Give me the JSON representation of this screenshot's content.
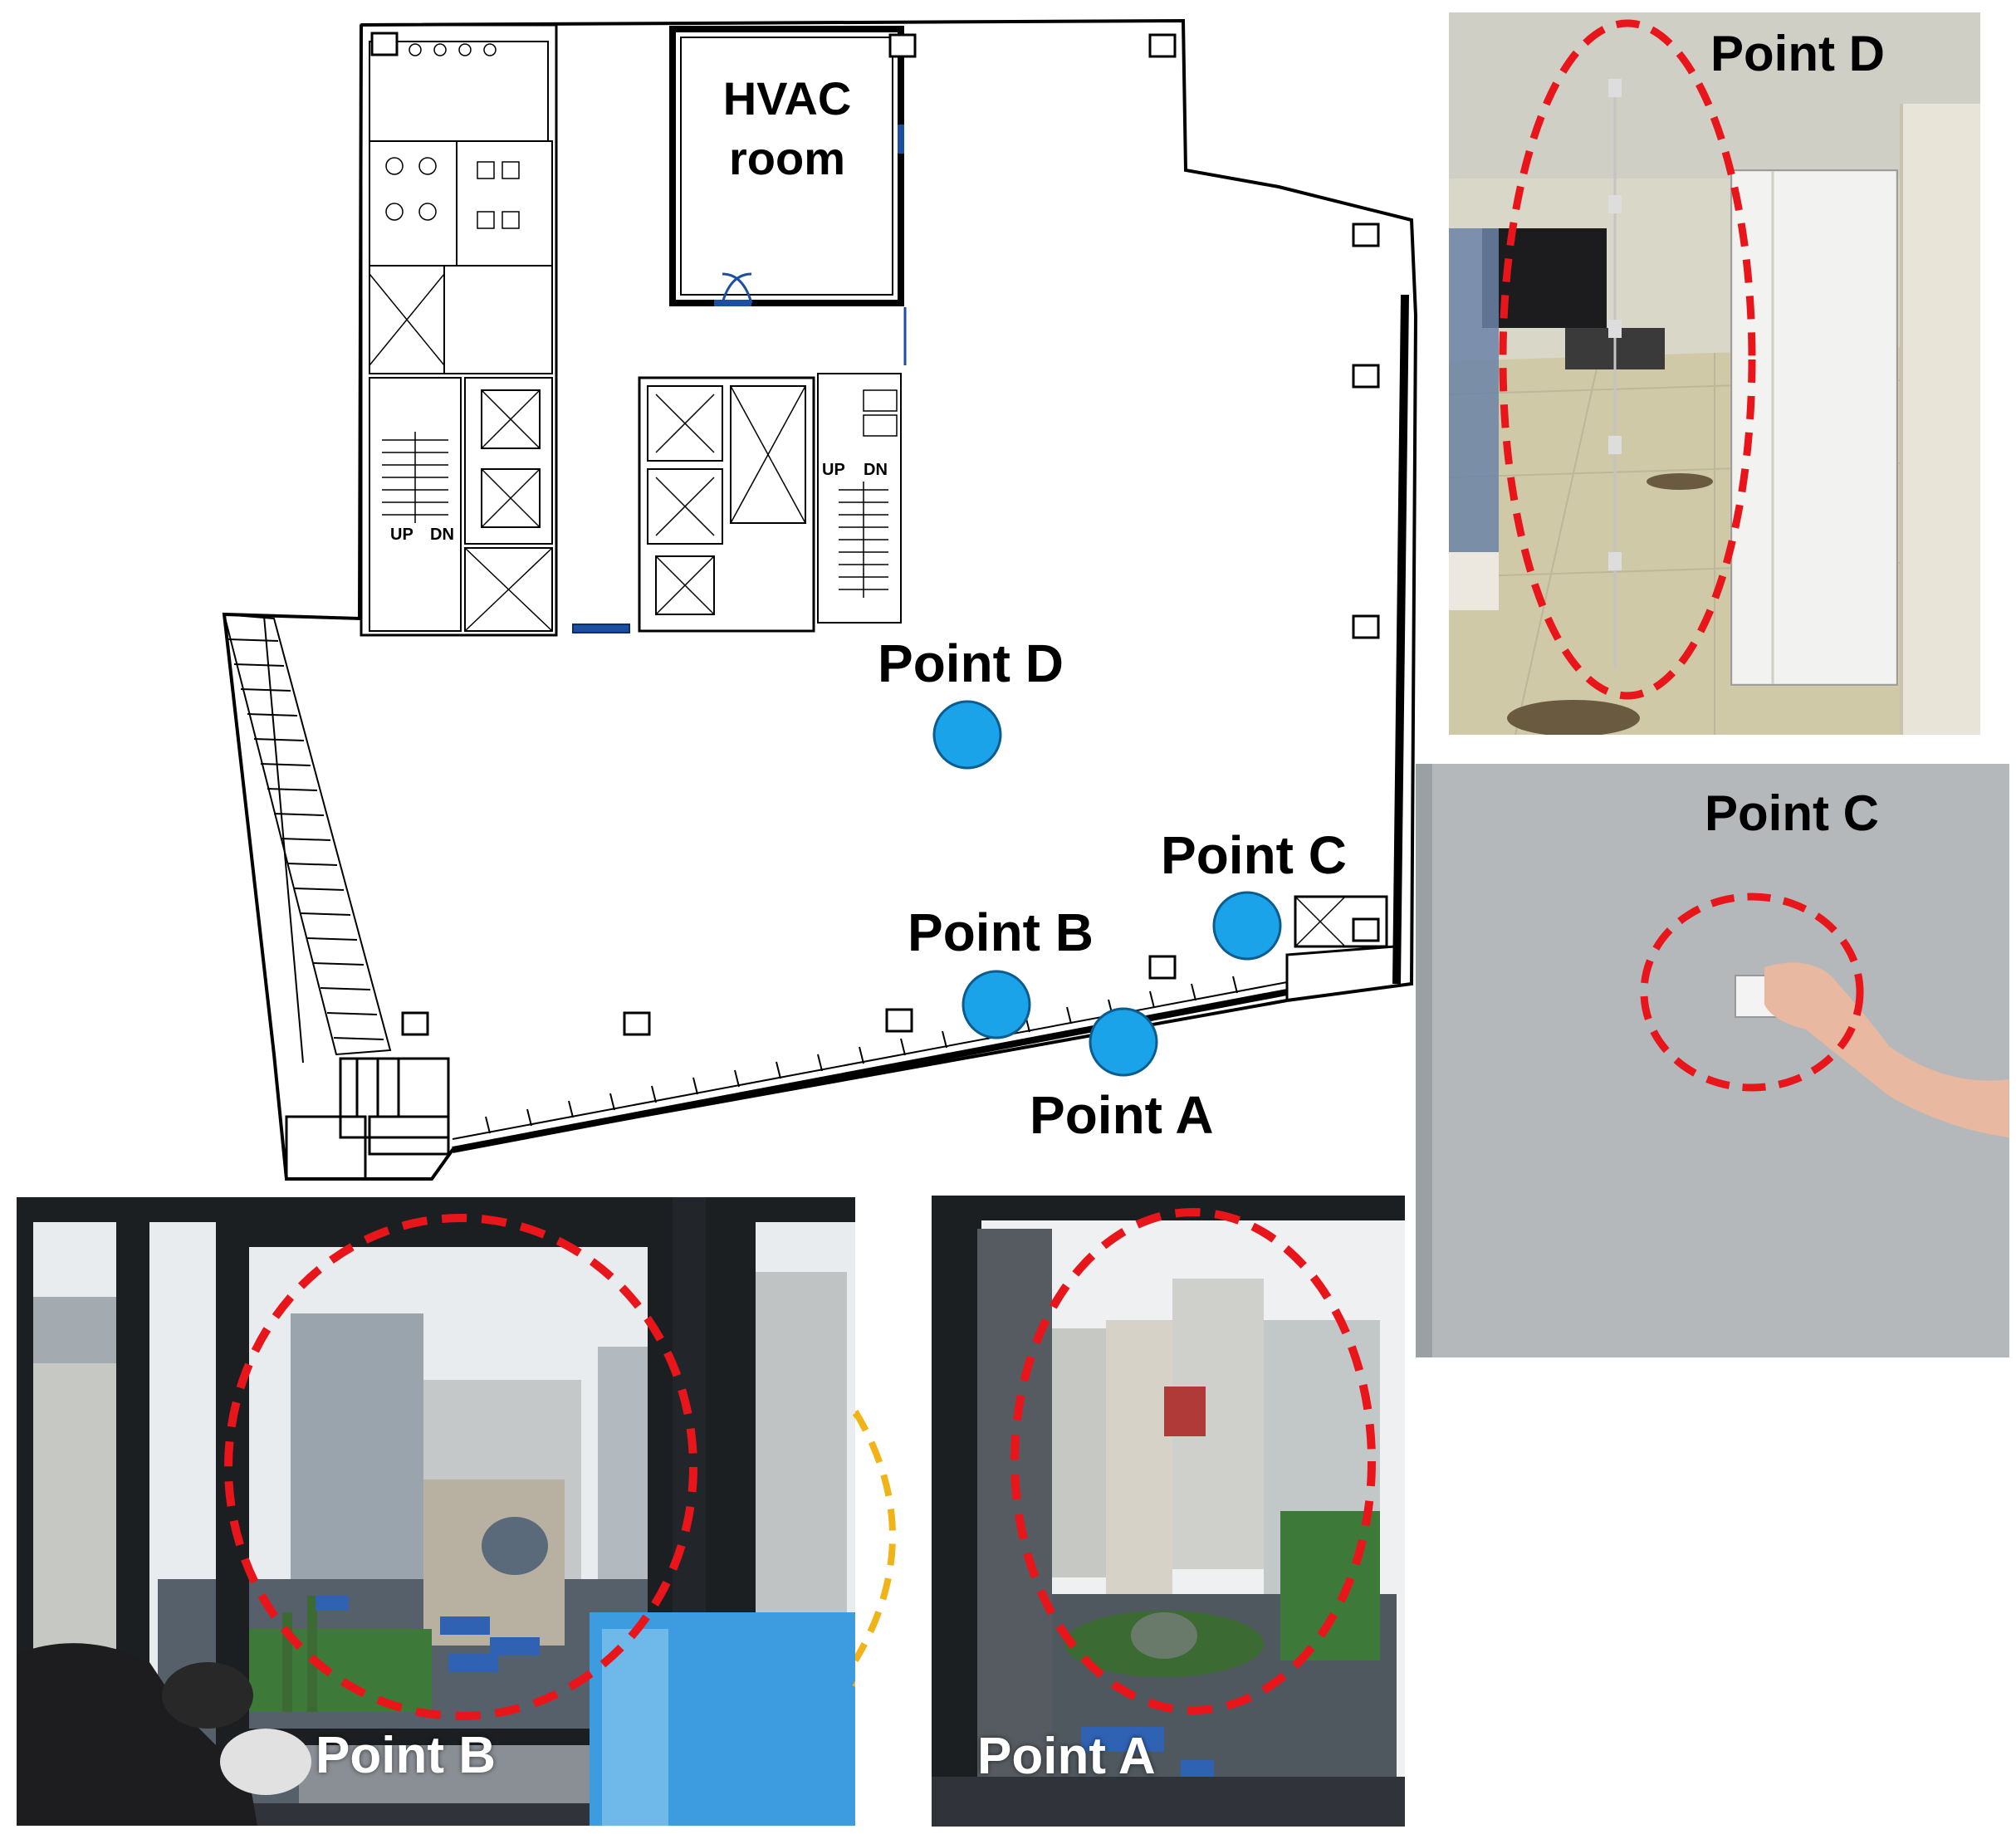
{
  "floorplan": {
    "hvac_line1": "HVAC",
    "hvac_line2": "room",
    "stair_up_1": "UP",
    "stair_dn_1": "DN",
    "stair_up_2": "UP",
    "stair_dn_2": "DN",
    "points": {
      "d": "Point D",
      "c": "Point C",
      "b": "Point B",
      "a": "Point A"
    }
  },
  "photos": {
    "point_d": "Point D",
    "point_c": "Point C",
    "point_b": "Point B",
    "point_a": "Point A"
  },
  "colors": {
    "marker": "#1aa3e8",
    "highlight": "#e8161b",
    "highlight_secondary": "#f0b418"
  }
}
